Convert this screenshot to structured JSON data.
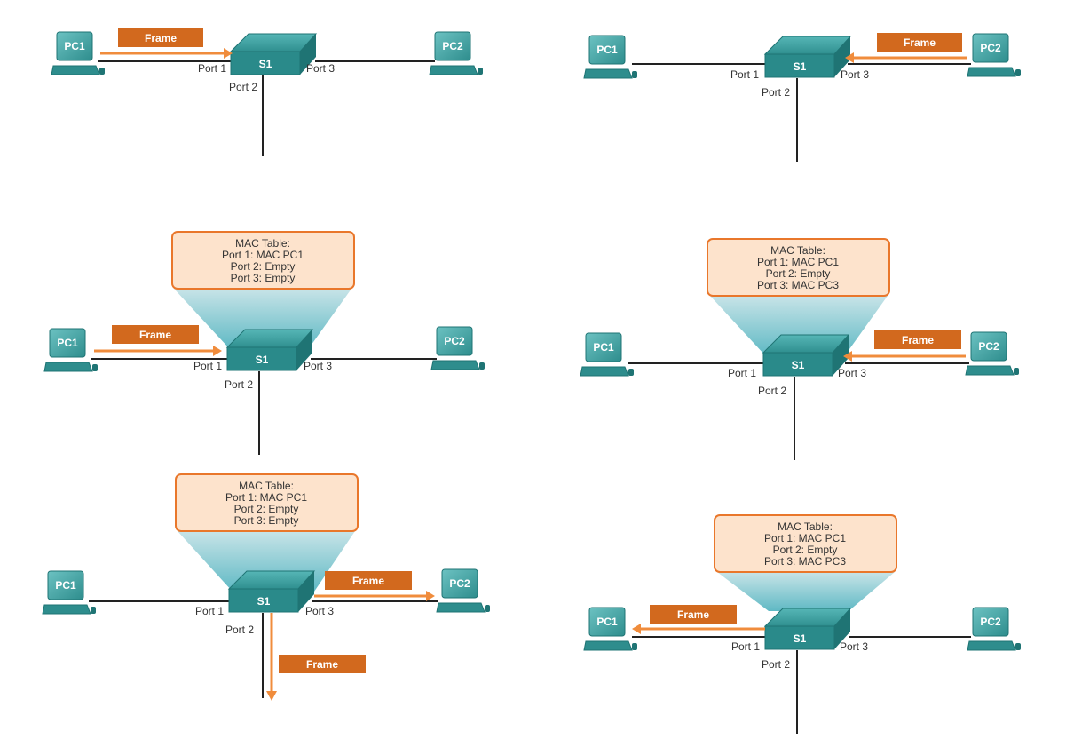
{
  "device_labels": {
    "pc1": "PC1",
    "pc2": "PC2",
    "switch": "S1"
  },
  "port_labels": {
    "p1": "Port 1",
    "p2": "Port 2",
    "p3": "Port 3"
  },
  "frame_label": "Frame",
  "mac_tables": {
    "step3": [
      "MAC Table:",
      "Port 1: MAC PC1",
      "Port 2: Empty",
      "Port 3: Empty"
    ],
    "step4": [
      "MAC Table:",
      "Port 1: MAC PC1",
      "Port 2: Empty",
      "Port 3: MAC PC3"
    ],
    "step5": [
      "MAC Table:",
      "Port 1: MAC PC1",
      "Port 2: Empty",
      "Port 3: Empty"
    ],
    "step6": [
      "MAC Table:",
      "Port 1: MAC PC1",
      "Port 2: Empty",
      "Port 3: MAC PC3"
    ]
  },
  "colors": {
    "device_teal": "#3a9e9e",
    "device_dark": "#1f7474",
    "frame_box": "#d2691e",
    "frame_arrow": "#f08c3c",
    "mac_fill": "#fde3cc",
    "mac_border": "#e9772b",
    "cable": "#222222"
  }
}
